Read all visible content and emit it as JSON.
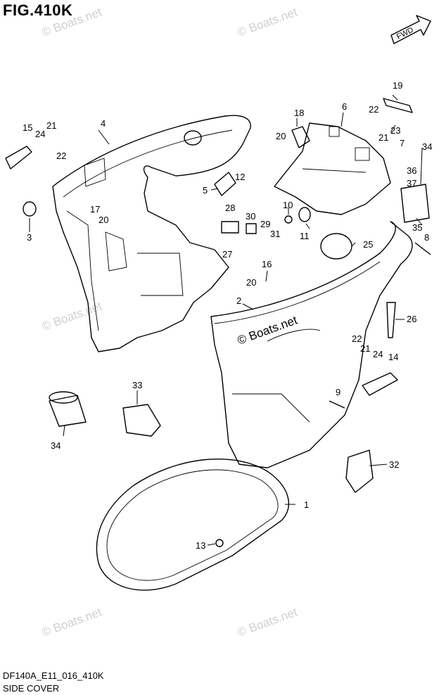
{
  "figure": {
    "title": "FIG.410K",
    "model_code": "DF140A_E11_016_410K",
    "section_name": "SIDE COVER",
    "direction_label": "FWD",
    "watermark": "© Boats.net"
  },
  "callouts": [
    "1",
    "2",
    "3",
    "4",
    "5",
    "6",
    "7",
    "8",
    "9",
    "10",
    "11",
    "12",
    "13",
    "14",
    "15",
    "16",
    "17",
    "18",
    "19",
    "20",
    "20",
    "20",
    "21",
    "21",
    "21",
    "22",
    "22",
    "22",
    "23",
    "24",
    "24",
    "25",
    "26",
    "27",
    "28",
    "29",
    "30",
    "31",
    "32",
    "33",
    "34",
    "34",
    "35",
    "36",
    "37"
  ],
  "colors": {
    "line": "#000000",
    "background": "#ffffff",
    "watermark": "#cfcfcf"
  }
}
